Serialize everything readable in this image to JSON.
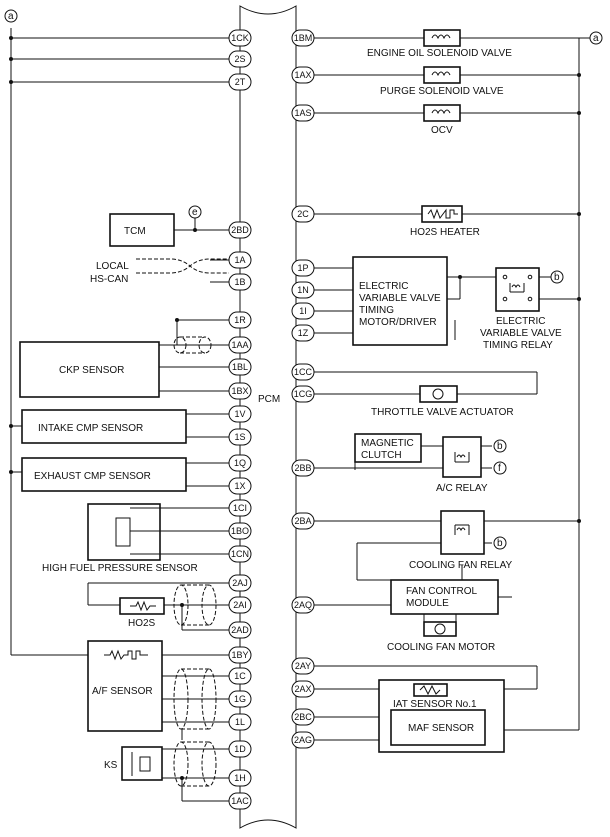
{
  "pcm_label": "PCM",
  "left_pins": [
    "1CK",
    "2S",
    "2T",
    "2BD",
    "1A",
    "1B",
    "1R",
    "1AA",
    "1BL",
    "1BX",
    "1V",
    "1S",
    "1Q",
    "1X",
    "1CI",
    "1BO",
    "1CN",
    "2AJ",
    "2AI",
    "2AD",
    "1BY",
    "1C",
    "1G",
    "1L",
    "1D",
    "1H",
    "1AC"
  ],
  "right_pins": [
    "1BM",
    "1AX",
    "1AS",
    "2C",
    "1P",
    "1N",
    "1I",
    "1Z",
    "1CC",
    "1CG",
    "2BB",
    "2BA",
    "2AQ",
    "2AY",
    "2AX",
    "2BC",
    "2AG"
  ],
  "connectors": {
    "a": "a",
    "b": "b",
    "e": "e",
    "f": "f"
  },
  "components": {
    "tcm": "TCM",
    "local_hs_can": [
      "LOCAL",
      "HS-CAN"
    ],
    "ckp_sensor": "CKP SENSOR",
    "intake_cmp": "INTAKE CMP SENSOR",
    "exhaust_cmp": "EXHAUST CMP SENSOR",
    "high_fuel_pressure": "HIGH FUEL PRESSURE SENSOR",
    "ho2s": "HO2S",
    "af_sensor": "A/F SENSOR",
    "ks": "KS",
    "engine_oil_solenoid": "ENGINE OIL SOLENOID VALVE",
    "purge_solenoid": "PURGE SOLENOID VALVE",
    "ocv": "OCV",
    "ho2s_heater": "HO2S HEATER",
    "evvt_driver": [
      "ELECTRIC",
      "VARIABLE VALVE",
      "TIMING",
      "MOTOR/DRIVER"
    ],
    "evvt_relay": [
      "ELECTRIC",
      "VARIABLE VALVE",
      "TIMING RELAY"
    ],
    "throttle_actuator": "THROTTLE VALVE ACTUATOR",
    "magnetic_clutch": [
      "MAGNETIC",
      "CLUTCH"
    ],
    "ac_relay": "A/C RELAY",
    "cooling_fan_relay": "COOLING FAN RELAY",
    "fan_control_module": [
      "FAN CONTROL",
      "MODULE"
    ],
    "cooling_fan_motor": "COOLING FAN MOTOR",
    "iat_sensor": "IAT SENSOR No.1",
    "maf_sensor": "MAF SENSOR"
  }
}
